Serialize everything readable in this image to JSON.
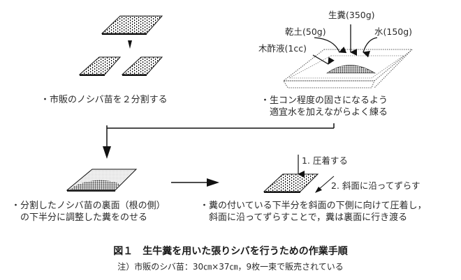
{
  "figure": {
    "title": "図１　生牛糞を用いた張りシバを行うための作業手順",
    "note": "注）市販のシバ苗：30㎝×37㎝，9枚一束で販売されている"
  },
  "steps": [
    {
      "id": "split",
      "lines": [
        "・市販のノシバ苗を２分割する"
      ]
    },
    {
      "id": "mix",
      "lines": [
        "・生コン程度の固さになるよう",
        "　適宜水を加えながらよく練る"
      ]
    },
    {
      "id": "place",
      "lines": [
        "・分割したノシバ苗の裏面（根の側）",
        "　の下半分に調整した糞をのせる"
      ]
    },
    {
      "id": "press",
      "lines": [
        "・糞の付いている下半分を斜面の下側に向けて圧着し，",
        "　斜面に沿ってずらすことで，糞は裏面に行き渡る"
      ]
    }
  ],
  "ingredients": {
    "manure": "生糞(350g)",
    "dry_soil": "乾土(50g)",
    "water": "水(150g)",
    "wood_vinegar": "木酢液(1cc)"
  },
  "actions": {
    "press": "1. 圧着する",
    "slide": "2. 斜面に沿ってずらす"
  }
}
